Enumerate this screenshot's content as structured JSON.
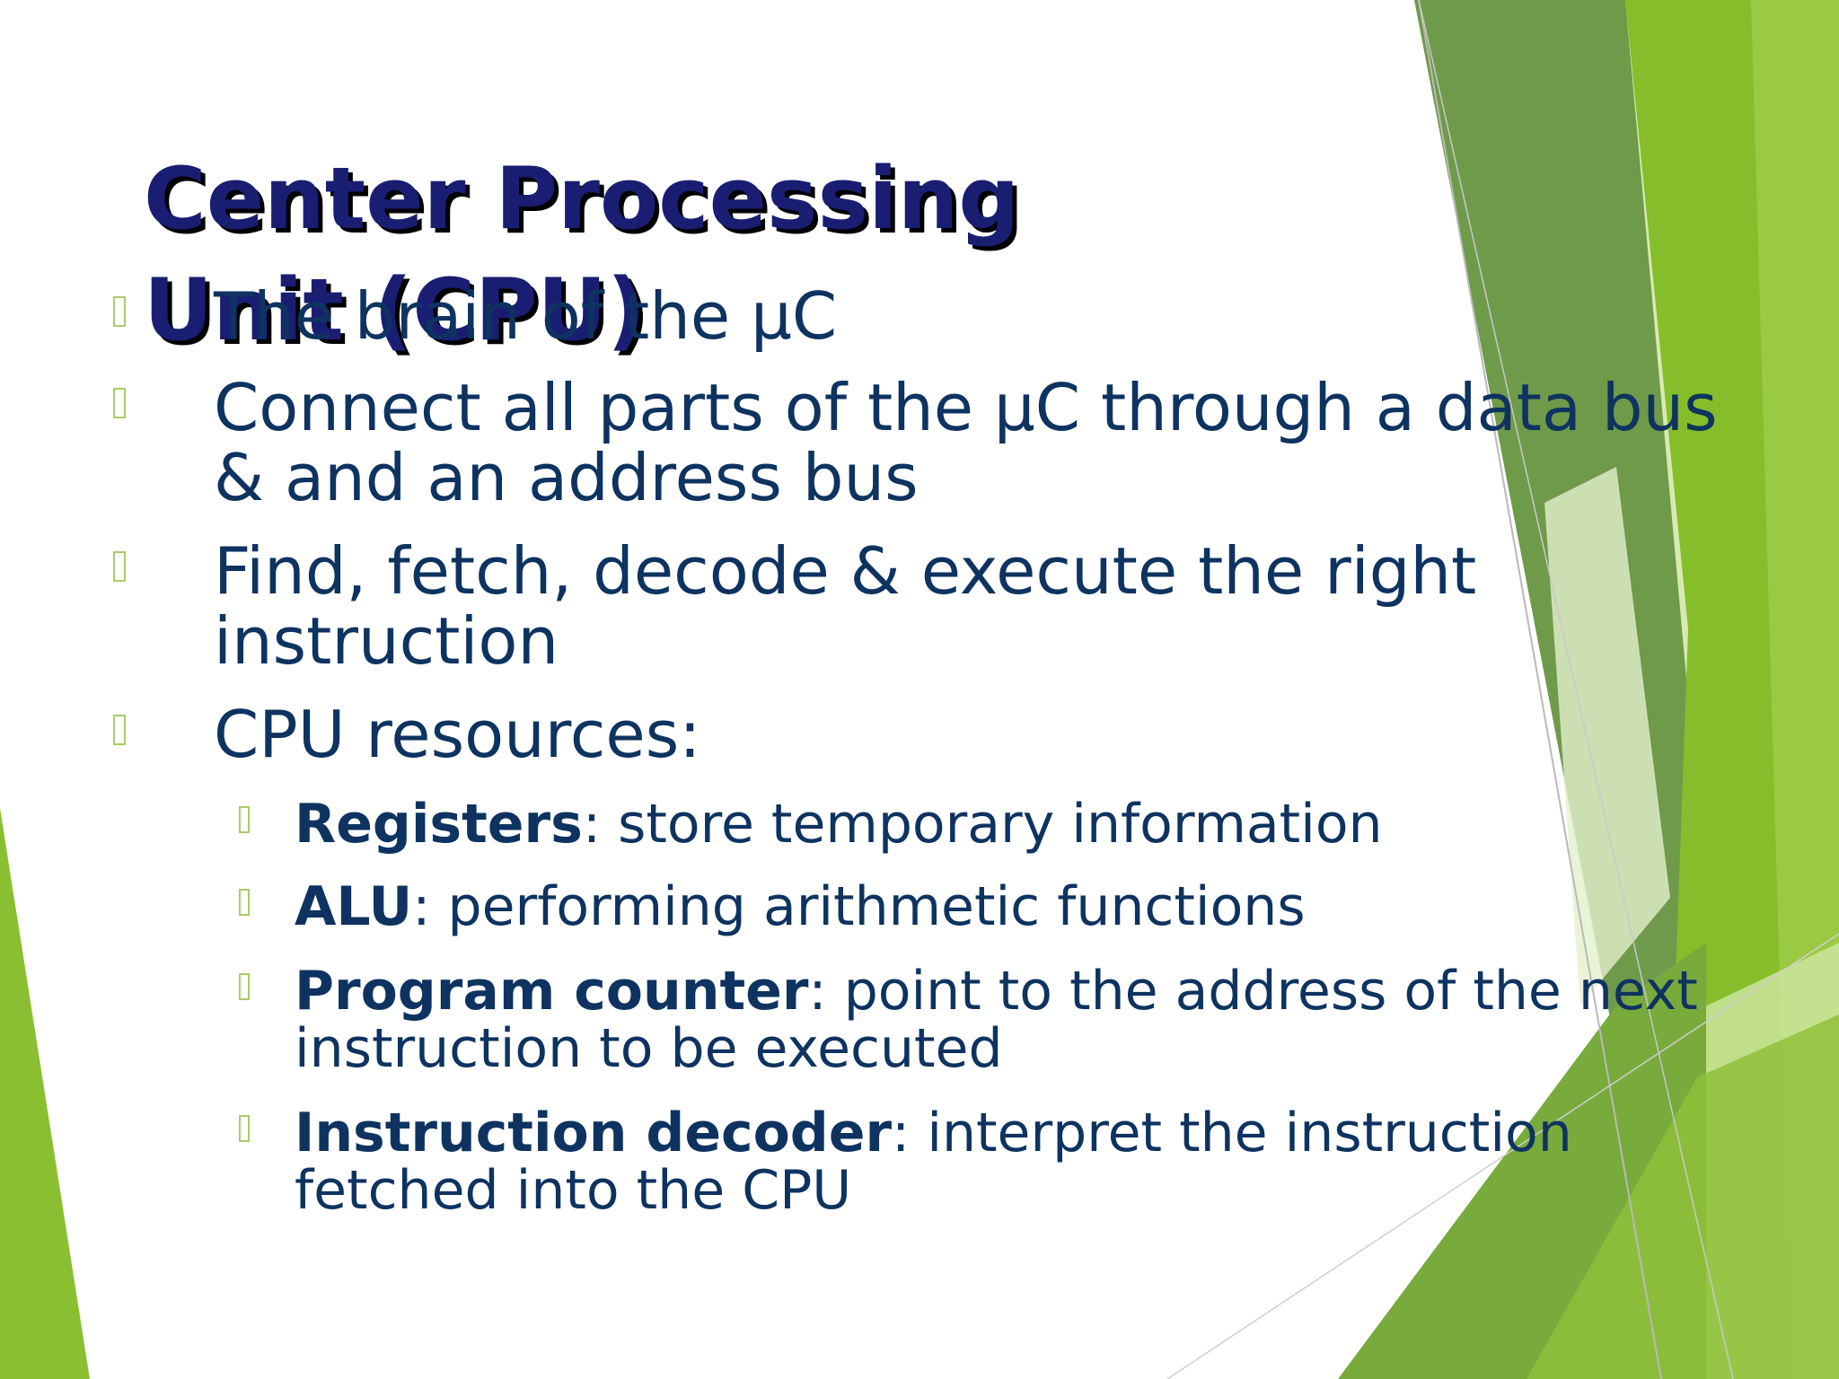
{
  "slide": {
    "title": "Center Processing Unit (CPU)",
    "bullets": [
      {
        "lines": [
          "The brain of the μC"
        ]
      },
      {
        "lines": [
          "Connect all parts of the μC through a data bus",
          "& and an address bus"
        ]
      },
      {
        "lines": [
          "Find, fetch, decode & execute the right",
          "instruction"
        ]
      },
      {
        "lines": [
          "CPU resources:"
        ]
      }
    ],
    "sub_bullets": [
      {
        "term": "Registers",
        "lines": [
          ": store temporary information"
        ]
      },
      {
        "term": "ALU",
        "lines": [
          ": performing arithmetic functions"
        ]
      },
      {
        "term": "Program counter",
        "lines": [
          ": point to the address of the next",
          "instruction to be executed"
        ]
      },
      {
        "term": "Instruction decoder",
        "lines": [
          ": interpret the instruction",
          "fetched into the CPU"
        ]
      }
    ]
  },
  "colors": {
    "title": "#1a1e73",
    "body_text": "#0e3360",
    "bullet_outline": "#a8cc6a",
    "green_dark": "#6e9a46",
    "green_mid": "#8bbf32",
    "green_light": "#c9e39a"
  }
}
